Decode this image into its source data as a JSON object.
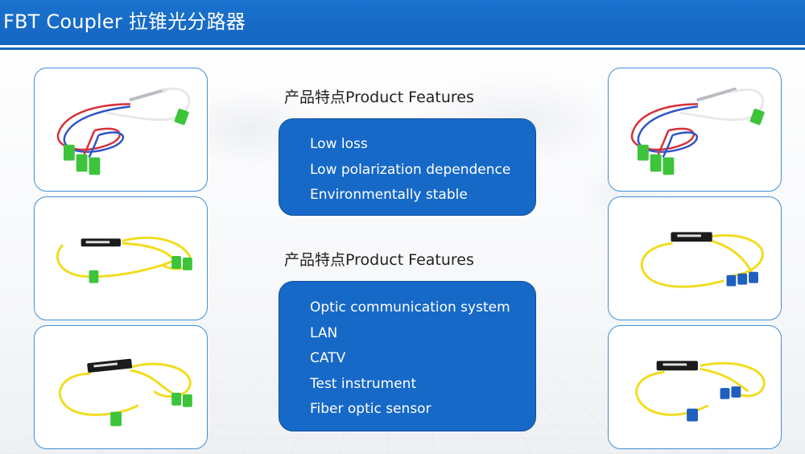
{
  "header": {
    "title": "FBT Coupler 拉锥光分路器"
  },
  "sections": [
    {
      "heading": "产品特点Product Features",
      "items": [
        "Low loss",
        "Low polarization dependence",
        "Environmentally stable"
      ]
    },
    {
      "heading": "产品特点Product Features",
      "items": [
        "Optic communication system",
        "LAN",
        "CATV",
        "Test instrument",
        "Fiber optic sensor"
      ]
    }
  ],
  "colors": {
    "header_blue": "#1565c0",
    "feature_box_blue": "#1769c7",
    "card_border": "#3f8fd8",
    "connector_green": "#3cc43a",
    "connector_blue": "#1f5fc0",
    "fiber_yellow": "#f2dc1e"
  },
  "product_images": [
    {
      "icon": "fbt-coupler-steel-tube-colored-fibers-sc-green"
    },
    {
      "icon": "fbt-coupler-abs-box-yellow-fiber-sc-green"
    },
    {
      "icon": "fbt-coupler-abs-box-yellow-fiber-sc-green"
    },
    {
      "icon": "fbt-coupler-steel-tube-colored-fibers-sc-green"
    },
    {
      "icon": "fbt-coupler-abs-box-yellow-fiber-sc-blue"
    },
    {
      "icon": "fbt-coupler-abs-box-yellow-fiber-sc-blue"
    }
  ]
}
